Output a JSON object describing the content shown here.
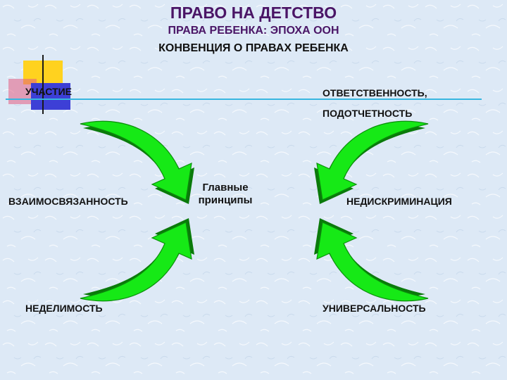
{
  "title": "ПРАВО НА ДЕТСТВО",
  "subtitle_line1": "ПРАВА РЕБЕНКА: ЭПОХА ООН",
  "subtitle_line2": "КОНВЕНЦИЯ О ПРАВАХ РЕБЕНКА",
  "center": {
    "line1": "Главные",
    "line2": "принципы"
  },
  "principles": {
    "participation": "УЧАСТИЕ",
    "responsibility_1": "ОТВЕТСТВЕННОСТЬ,",
    "responsibility_2": "ПОДОТЧЕТНОСТЬ",
    "interconnection": "ВЗАИМОСВЯЗАННОСТЬ",
    "nondiscrimination": "НЕДИСКРИМИНАЦИЯ",
    "indivisibility": "НЕДЕЛИМОСТЬ",
    "universality": "УНИВЕРСАЛЬНОСТЬ"
  },
  "colors": {
    "arrow_fill": "#16e916",
    "arrow_shadow": "#0a7a0a",
    "deco_yellow": "#ffd21f",
    "deco_blue": "#3d3fd6",
    "deco_pink": "#e45c82",
    "rule_line": "#38b6e0"
  }
}
